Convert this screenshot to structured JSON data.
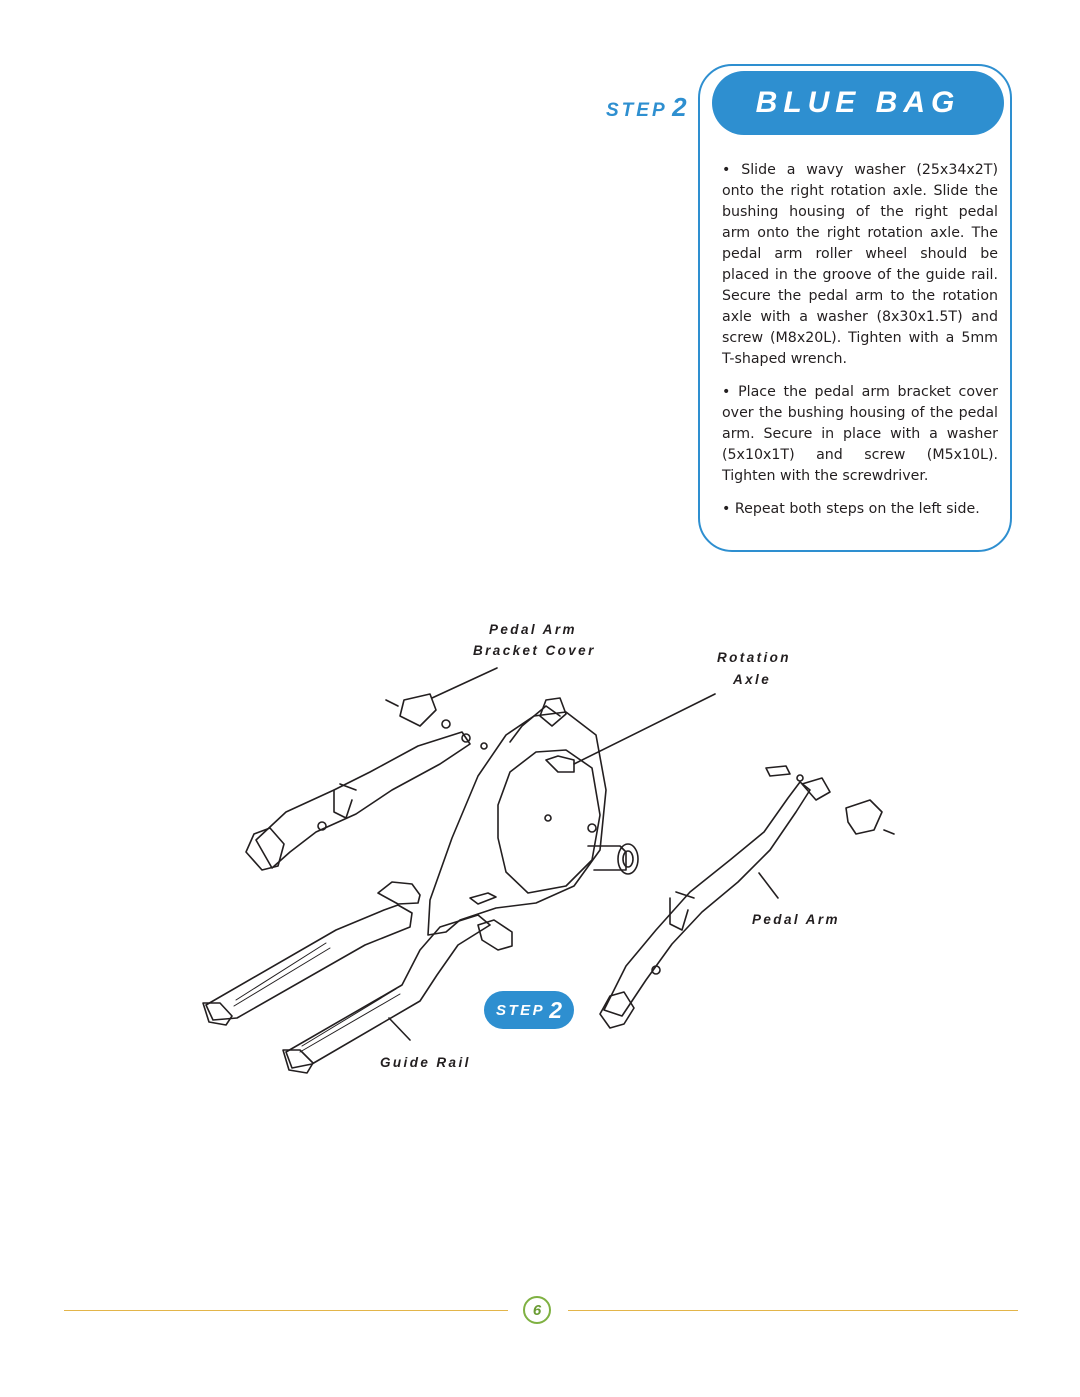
{
  "header": {
    "step_word": "STEP",
    "step_number": "2",
    "bag_title": "BLUE BAG"
  },
  "instructions": [
    "• Slide a wavy washer (25x34x2T) onto the right rotation axle. Slide the bushing housing of the right pedal arm onto the right rotation axle. The pedal arm roller wheel should be placed in the groove of the guide rail. Secure the pedal arm to the rotation axle with a washer (8x30x1.5T) and screw (M8x20L). Tighten with a 5mm T-shaped wrench.",
    "• Place the pedal arm bracket cover over the bushing housing of the pedal arm. Secure in place with a washer (5x10x1T) and screw (M5x10L). Tighten with the screwdriver.",
    "• Repeat both steps on the left side."
  ],
  "diagram": {
    "labels": {
      "bracket_cover_line1": "Pedal Arm",
      "bracket_cover_line2": "Bracket Cover",
      "rotation_axle_line1": "Rotation",
      "rotation_axle_line2": "Axle",
      "pedal_arm": "Pedal Arm",
      "guide_rail": "Guide Rail"
    },
    "badge": {
      "step_word": "STEP",
      "step_number": "2"
    }
  },
  "footer": {
    "page_number": "6"
  },
  "colors": {
    "accent_blue": "#2e8fd0",
    "rule_gold": "#e3b54a",
    "page_green": "#7fb142"
  }
}
